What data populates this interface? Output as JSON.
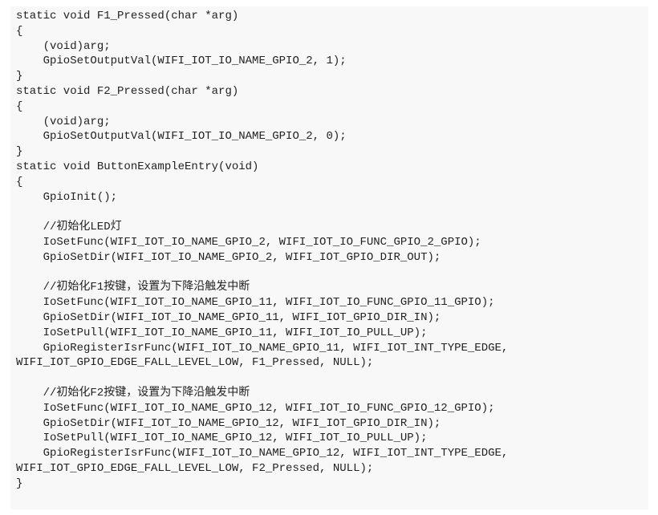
{
  "code_lines": [
    "static void F1_Pressed(char *arg)",
    "{",
    "    (void)arg;",
    "    GpioSetOutputVal(WIFI_IOT_IO_NAME_GPIO_2, 1);",
    "}",
    "static void F2_Pressed(char *arg)",
    "{",
    "    (void)arg;",
    "    GpioSetOutputVal(WIFI_IOT_IO_NAME_GPIO_2, 0);",
    "}",
    "static void ButtonExampleEntry(void)",
    "{",
    "    GpioInit();",
    "",
    "    //初始化LED灯",
    "    IoSetFunc(WIFI_IOT_IO_NAME_GPIO_2, WIFI_IOT_IO_FUNC_GPIO_2_GPIO);",
    "    GpioSetDir(WIFI_IOT_IO_NAME_GPIO_2, WIFI_IOT_GPIO_DIR_OUT);",
    "",
    "    //初始化F1按键，设置为下降沿触发中断",
    "    IoSetFunc(WIFI_IOT_IO_NAME_GPIO_11, WIFI_IOT_IO_FUNC_GPIO_11_GPIO);",
    "    GpioSetDir(WIFI_IOT_IO_NAME_GPIO_11, WIFI_IOT_GPIO_DIR_IN);",
    "    IoSetPull(WIFI_IOT_IO_NAME_GPIO_11, WIFI_IOT_IO_PULL_UP);",
    "    GpioRegisterIsrFunc(WIFI_IOT_IO_NAME_GPIO_11, WIFI_IOT_INT_TYPE_EDGE,",
    "WIFI_IOT_GPIO_EDGE_FALL_LEVEL_LOW, F1_Pressed, NULL);",
    "",
    "    //初始化F2按键，设置为下降沿触发中断",
    "    IoSetFunc(WIFI_IOT_IO_NAME_GPIO_12, WIFI_IOT_IO_FUNC_GPIO_12_GPIO);",
    "    GpioSetDir(WIFI_IOT_IO_NAME_GPIO_12, WIFI_IOT_GPIO_DIR_IN);",
    "    IoSetPull(WIFI_IOT_IO_NAME_GPIO_12, WIFI_IOT_IO_PULL_UP);",
    "    GpioRegisterIsrFunc(WIFI_IOT_IO_NAME_GPIO_12, WIFI_IOT_INT_TYPE_EDGE,",
    "WIFI_IOT_GPIO_EDGE_FALL_LEVEL_LOW, F2_Pressed, NULL);",
    "}"
  ]
}
